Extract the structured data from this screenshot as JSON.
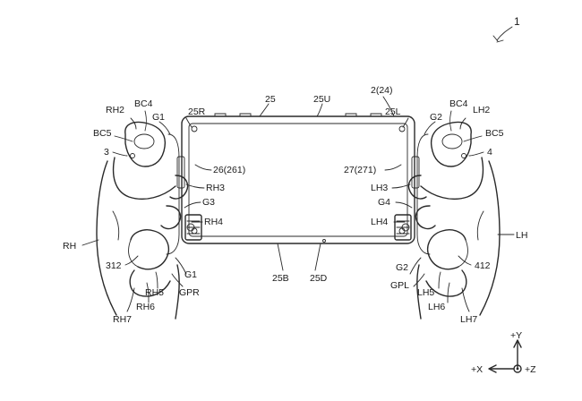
{
  "figure": {
    "ref": "1",
    "axes": {
      "y": "+Y",
      "x": "+X",
      "z": "+Z"
    },
    "labels": {
      "L_2_24": "2(24)",
      "L_25": "25",
      "L_25U": "25U",
      "L_25R": "25R",
      "L_25L": "25L",
      "L_25B": "25B",
      "L_25D": "25D",
      "L_26": "26(261)",
      "L_27": "27(271)",
      "L_RH2": "RH2",
      "L_BC4_R": "BC4",
      "L_G1_top": "G1",
      "L_BC5_R": "BC5",
      "L_3": "3",
      "L_RH3": "RH3",
      "L_G3": "G3",
      "L_RH4": "RH4",
      "L_RH": "RH",
      "L_312": "312",
      "L_G1_bot": "G1",
      "L_RH5": "RH5",
      "L_GPR": "GPR",
      "L_RH6": "RH6",
      "L_RH7": "RH7",
      "L_G2_top": "G2",
      "L_BC4_L": "BC4",
      "L_LH2": "LH2",
      "L_BC5_L": "BC5",
      "L_4": "4",
      "L_LH3": "LH3",
      "L_G4": "G4",
      "L_LH4": "LH4",
      "L_LH": "LH",
      "L_G2_bot": "G2",
      "L_412": "412",
      "L_GPL": "GPL",
      "L_LH5": "LH5",
      "L_LH6": "LH6",
      "L_LH7": "LH7"
    }
  }
}
